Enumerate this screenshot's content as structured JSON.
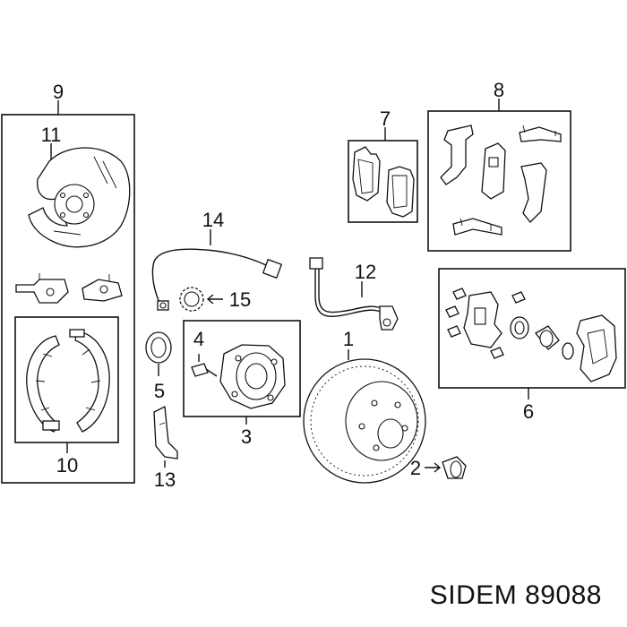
{
  "callouts": {
    "c1": "1",
    "c2": "2",
    "c3": "3",
    "c4": "4",
    "c5": "5",
    "c6": "6",
    "c7": "7",
    "c8": "8",
    "c9": "9",
    "c10": "10",
    "c11": "11",
    "c12": "12",
    "c13": "13",
    "c14": "14",
    "c15": "15"
  },
  "footer": {
    "watermark": "SIDEM 89088"
  }
}
